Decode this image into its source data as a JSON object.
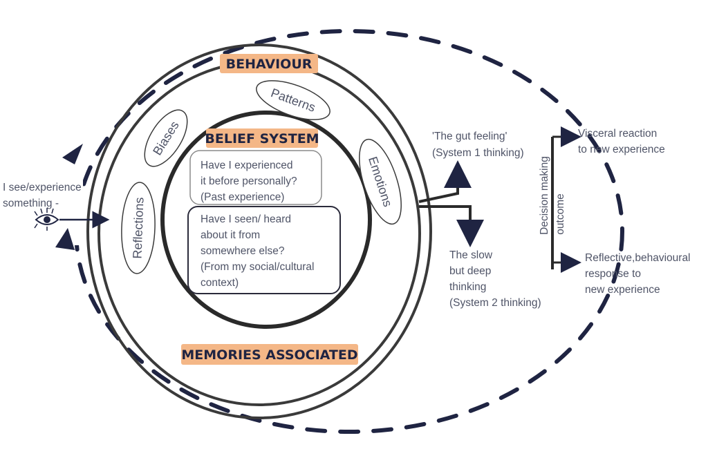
{
  "colors": {
    "ink": "#1f2442",
    "ring": "#3a3a3a",
    "highlight": "#f4b787",
    "text": "#4f5467"
  },
  "icons": [
    "eye-icon"
  ],
  "labels": {
    "behaviour": "BEHAVIOUR",
    "belief_system": "BELIEF SYSTEM",
    "memories": "MEMORIES ASSOCIATED",
    "patterns": "Patterns",
    "biases": "Biases",
    "emotions": "Emotions",
    "reflections": "Reflections"
  },
  "input": {
    "line1": "I see/experience",
    "line2": "something -"
  },
  "questions": {
    "q1": [
      "Have I experienced",
      "it before personally?",
      "(Past experience)"
    ],
    "q2": [
      "Have I seen/ heard",
      "about it from",
      "somewhere else?",
      "(From my social/cultural",
      "context)"
    ]
  },
  "system1": [
    "'The gut feeling'",
    "(System 1 thinking)"
  ],
  "system2": [
    "The slow",
    "but deep",
    "thinking",
    "(System 2 thinking)"
  ],
  "decision": [
    "Decision making",
    "outcome"
  ],
  "outcome1": [
    "Visceral reaction",
    "to new experience"
  ],
  "outcome2": [
    "Reflective,behavioural",
    "response to",
    "new experience"
  ]
}
